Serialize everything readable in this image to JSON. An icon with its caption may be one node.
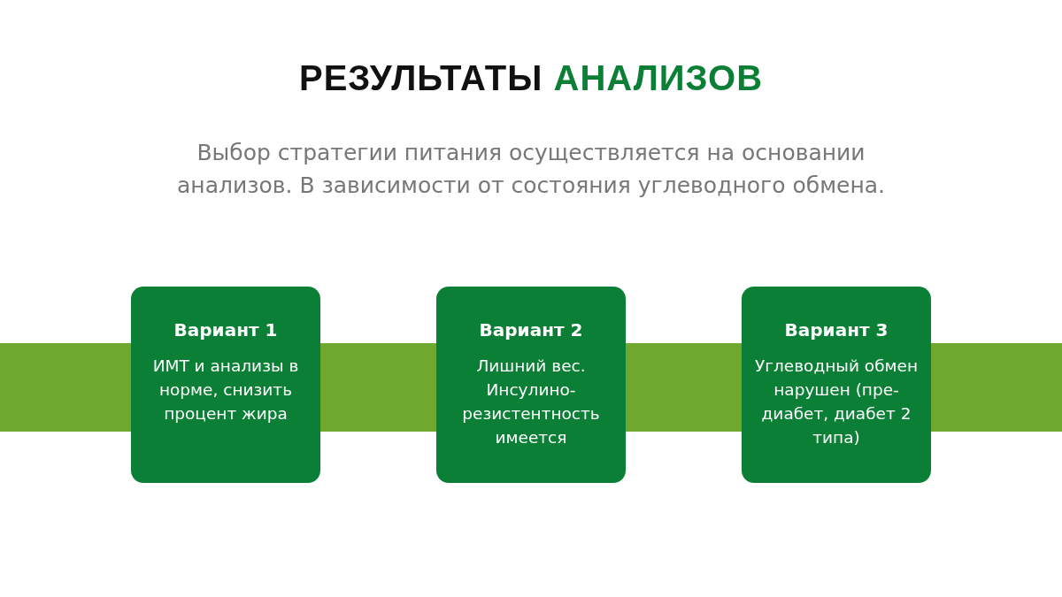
{
  "diagram": {
    "title": "РЕЗУЛЬТАТЫ АНАЛИЗОВ",
    "nodes": [
      {
        "text": [
          "Вариант 1",
          "ИМТ и анализы в норме, снизить процент жира"
        ]
      },
      {
        "text": [
          "Вариант 2",
          "Лишний вес. Инсулино-резистентность имеется"
        ]
      },
      {
        "text": [
          "Вариант 3",
          "Углеводный обмен нарушен (пре-диабет, диабет 2 типа)"
        ]
      }
    ],
    "labels": [
      "Выбор стратегии питания осуществляется на основании анализов. В зависимости от состояния углеводного обмена."
    ]
  }
}
